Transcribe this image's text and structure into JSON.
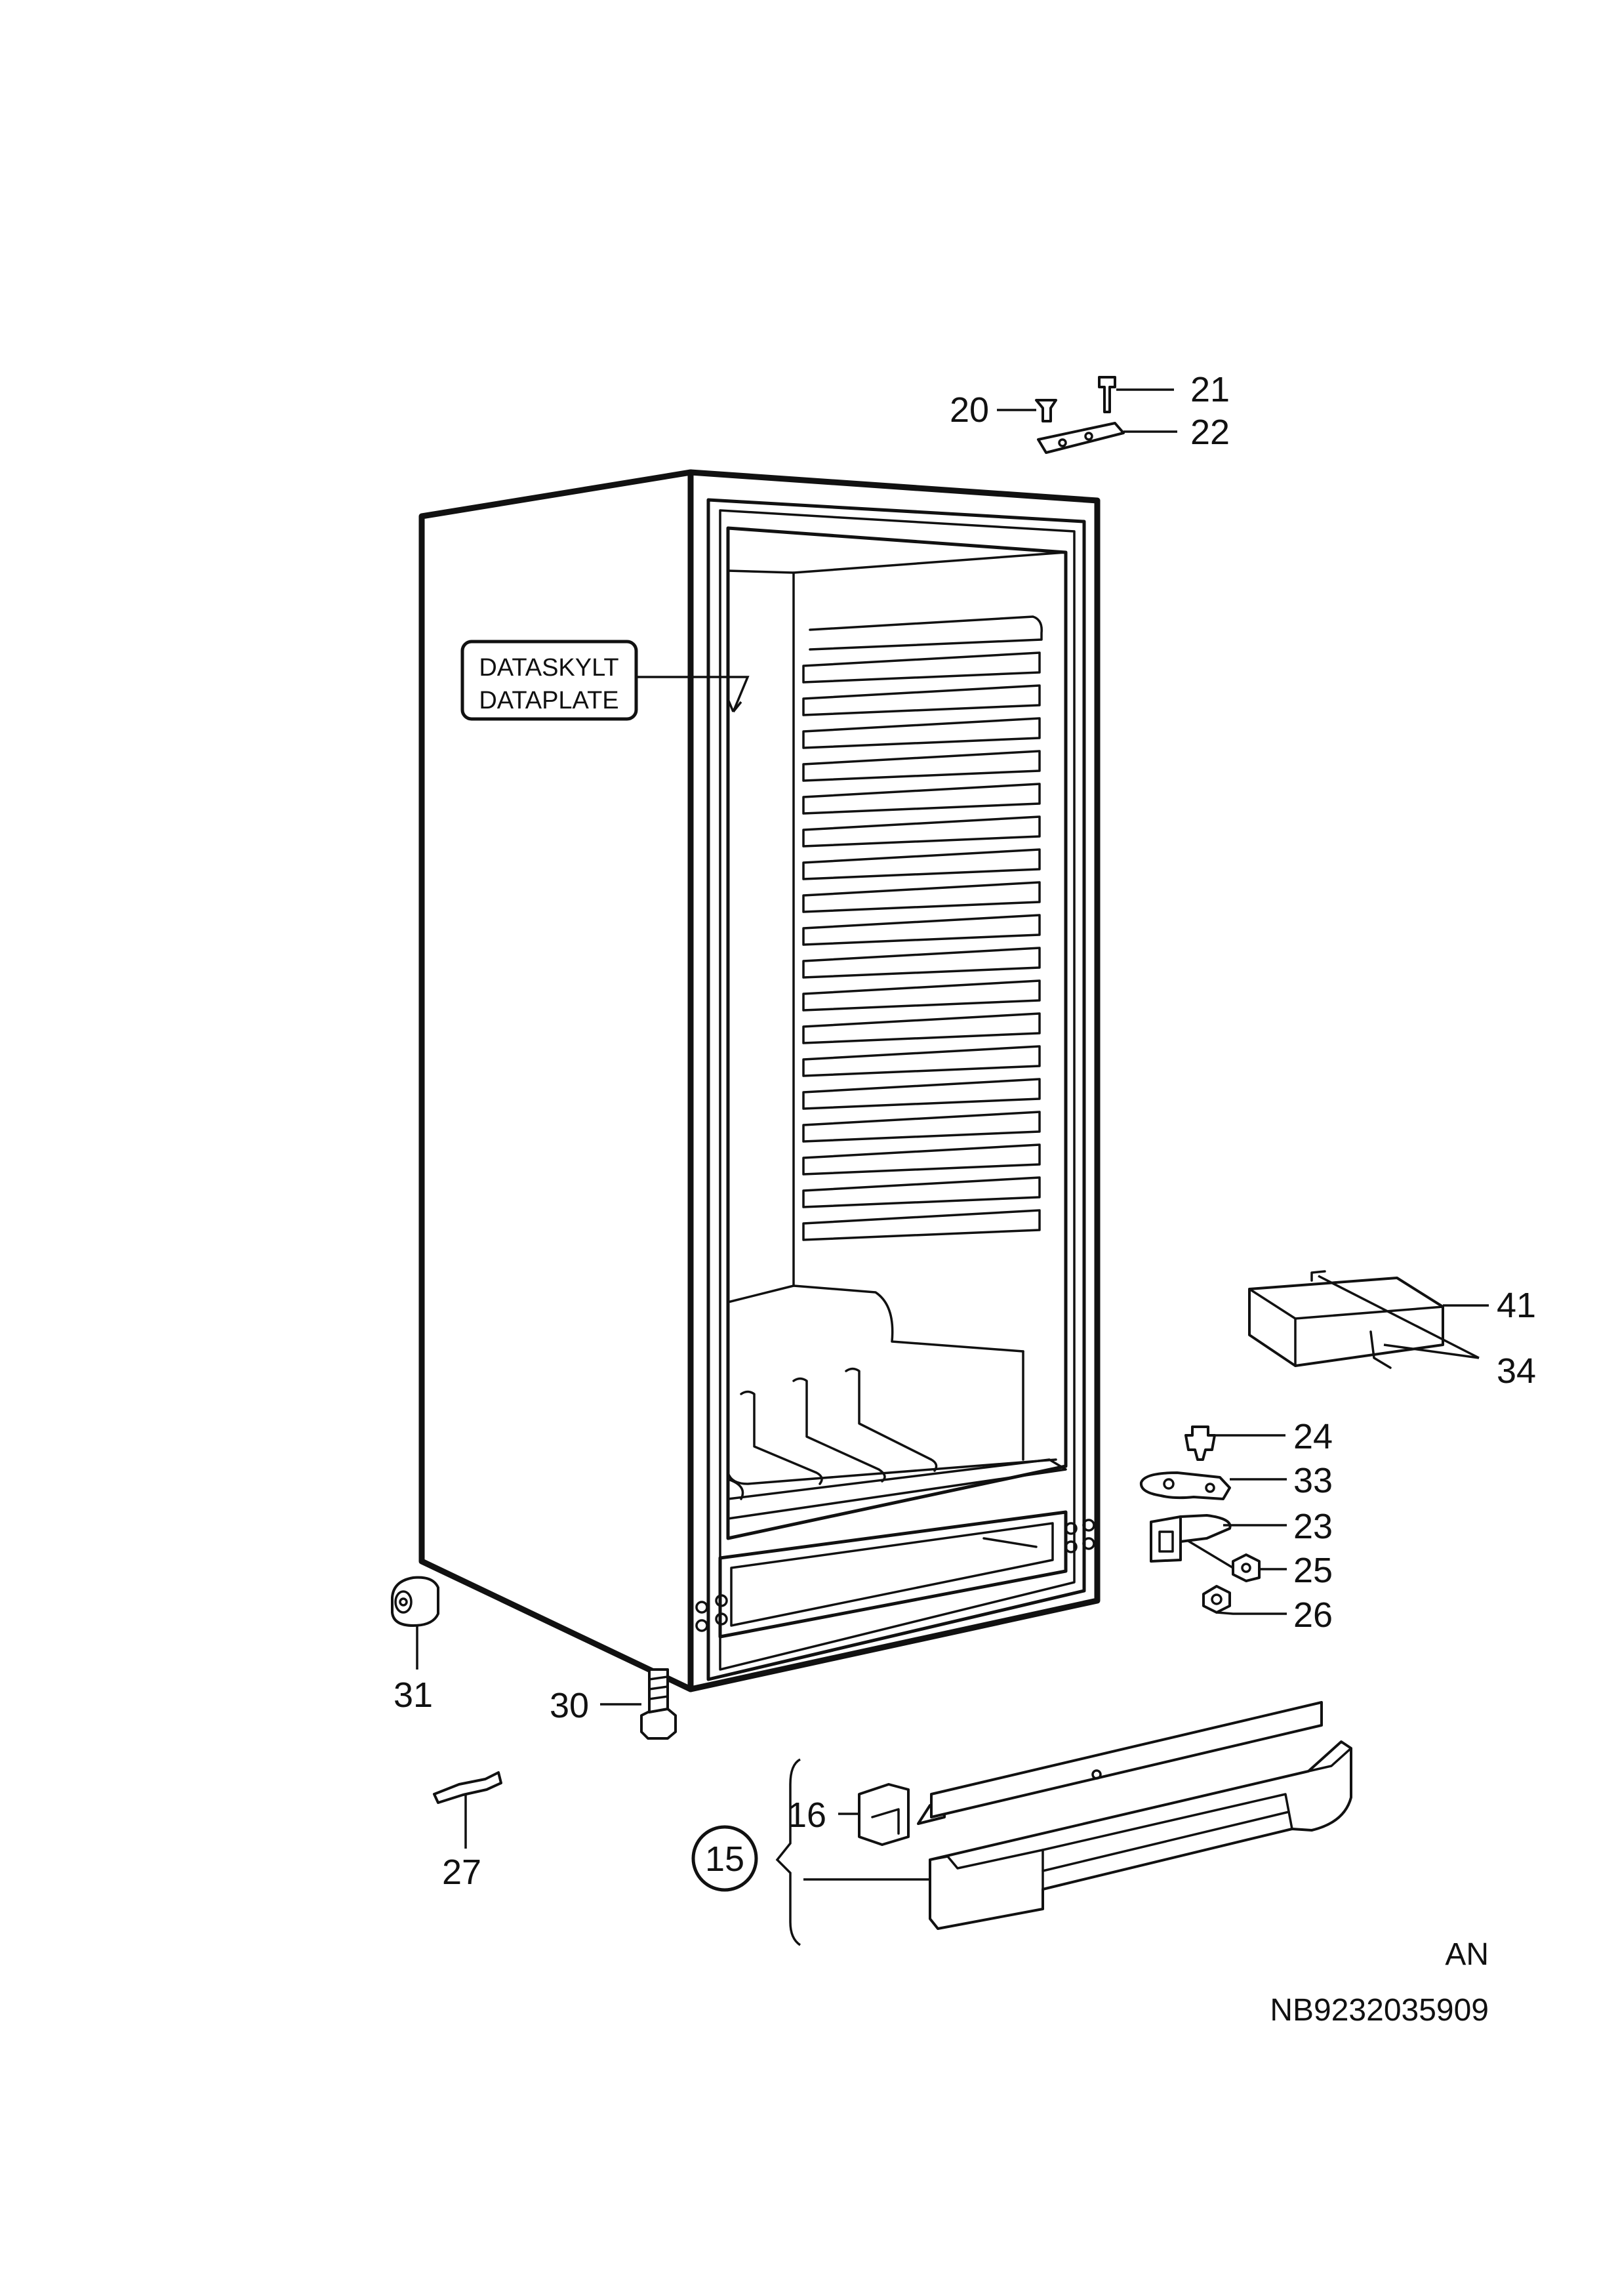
{
  "callouts": {
    "c20": "20",
    "c21": "21",
    "c22": "22",
    "c41": "41",
    "c34": "34",
    "c24": "24",
    "c33": "33",
    "c23": "23",
    "c25": "25",
    "c26": "26",
    "c31": "31",
    "c30": "30",
    "c27": "27",
    "c16": "16",
    "c15": "15"
  },
  "label_box": {
    "line1": "DATASKYLT",
    "line2": "DATAPLATE"
  },
  "footer": {
    "variant": "AN",
    "code": "NB9232035909"
  }
}
